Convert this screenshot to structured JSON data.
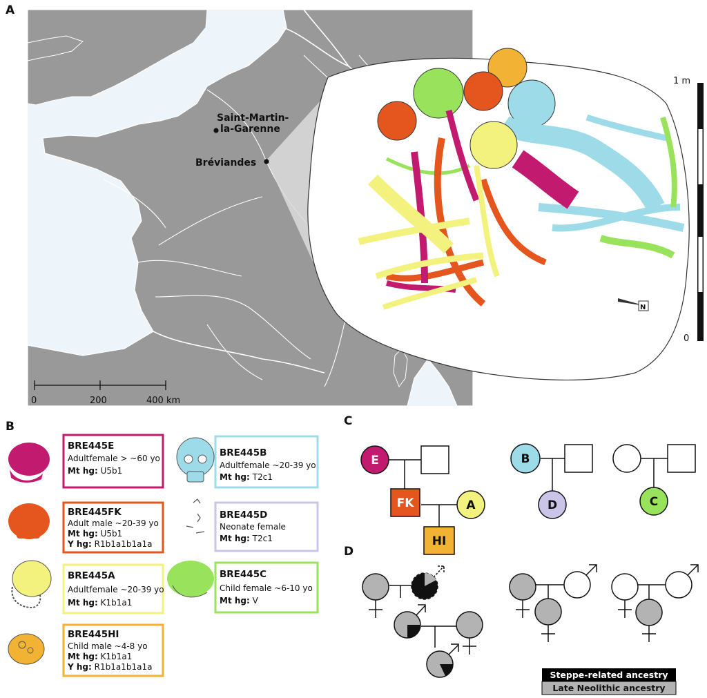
{
  "panels": {
    "a": "A",
    "b": "B",
    "c": "C",
    "d": "D"
  },
  "map": {
    "places": [
      {
        "id": "smg",
        "label_line1": "Saint-Martin-",
        "label_line2": "la-Garenne"
      },
      {
        "id": "brev",
        "label": "Bréviandes"
      }
    ],
    "scale_labels": [
      "0",
      "200",
      "400 km"
    ],
    "plan_scale": {
      "top": "1 m",
      "bottom": "0"
    },
    "north_label": "N"
  },
  "individuals": [
    {
      "id": "BRE445E",
      "desc": "Adultfemale > ~60 yo",
      "mt_label": "Mt hg:",
      "mt": "U5b1",
      "y_label": "",
      "y": "",
      "color": "#c21a6e"
    },
    {
      "id": "BRE445FK",
      "desc": "Adult male ~20-39 yo",
      "mt_label": "Mt hg:",
      "mt": "U5b1",
      "y_label": "Y hg:",
      "y": "R1b1a1b1a1a",
      "color": "#e4561e"
    },
    {
      "id": "BRE445A",
      "desc": "Adultfemale ~20-39 yo",
      "mt_label": "Mt hg:",
      "mt": "K1b1a1",
      "y_label": "",
      "y": "",
      "color": "#f4f27e"
    },
    {
      "id": "BRE445HI",
      "desc": "Child male ~4-8 yo",
      "mt_label": "Mt hg:",
      "mt": "K1b1a1",
      "y_label": "Y hg:",
      "y": "R1b1a1b1a1a",
      "color": "#f2b233"
    },
    {
      "id": "BRE445B",
      "desc": "Adultfemale ~20-39 yo",
      "mt_label": "Mt hg:",
      "mt": "T2c1",
      "y_label": "",
      "y": "",
      "color": "#9ddbe8"
    },
    {
      "id": "BRE445D",
      "desc": "Neonate female",
      "mt_label": "Mt hg:",
      "mt": "T2c1",
      "y_label": "",
      "y": "",
      "color": "#c9c4e8"
    },
    {
      "id": "BRE445C",
      "desc": "Child female ~6-10 yo",
      "mt_label": "Mt hg:",
      "mt": "V",
      "y_label": "",
      "y": "",
      "color": "#98e25c"
    }
  ],
  "pedigree_c": {
    "E": "E",
    "FK": "FK",
    "A": "A",
    "HI": "HI",
    "B": "B",
    "D": "D",
    "C": "C"
  },
  "legend": {
    "steppe": "Steppe-related ancestry",
    "neolithic": "Late Neolithic ancestry",
    "steppe_color": "#000000",
    "neolithic_color": "#b3b3b3"
  },
  "colors": {
    "land": "#999999",
    "sea": "#eef5fa",
    "rivers": "#ffffff"
  }
}
